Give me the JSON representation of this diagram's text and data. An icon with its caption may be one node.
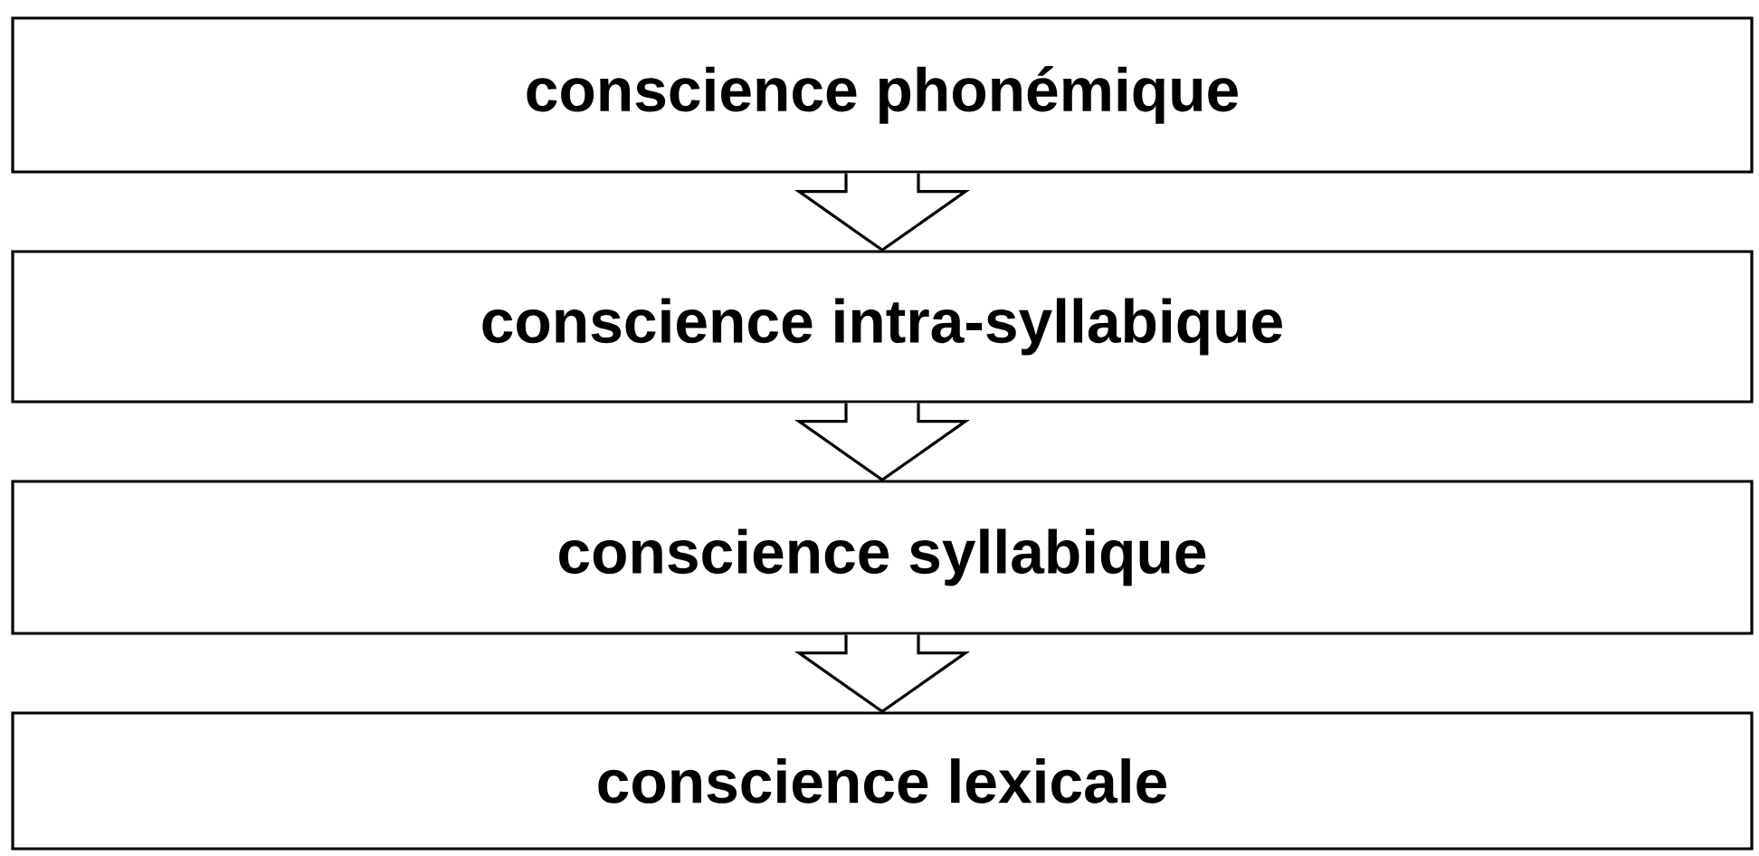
{
  "diagram": {
    "nodes": [
      {
        "text": [
          "conscience phonémique"
        ]
      },
      {
        "text": [
          "conscience  intra-syllabique"
        ]
      },
      {
        "text": [
          "conscience syllabique"
        ]
      },
      {
        "text": [
          "conscience lexicale"
        ]
      }
    ],
    "edges": [
      {
        "from": 0,
        "to": 1,
        "arrow": "to"
      },
      {
        "from": 1,
        "to": 2,
        "arrow": "to"
      },
      {
        "from": 2,
        "to": 3,
        "arrow": "to"
      }
    ]
  }
}
